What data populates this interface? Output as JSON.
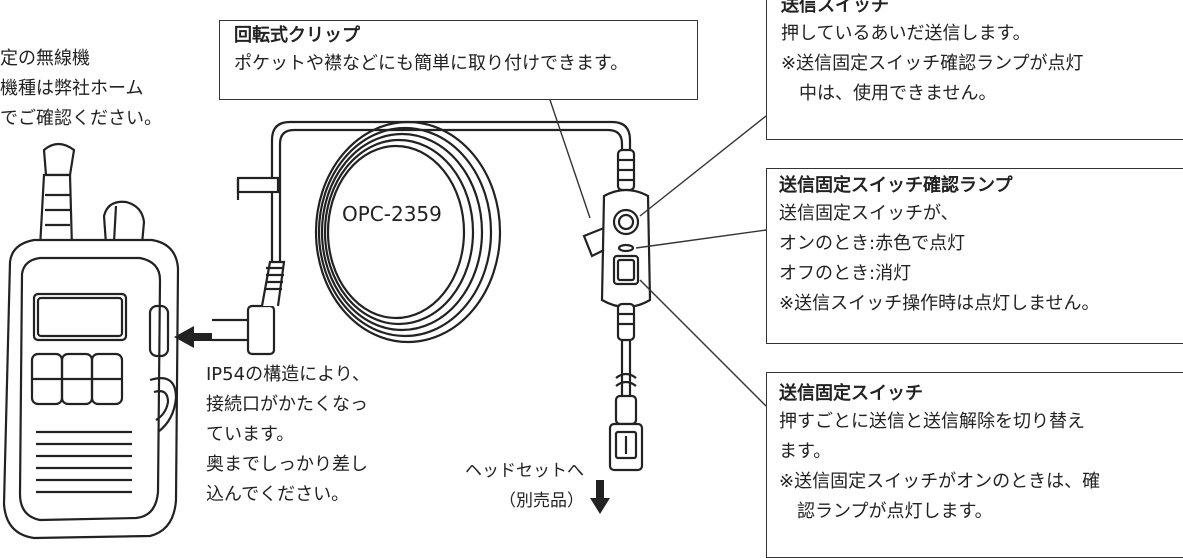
{
  "top_left_note": {
    "lines": [
      "定の無線機",
      "機種は弊社ホーム",
      "でご確認ください。"
    ]
  },
  "clip_box": {
    "title": "回転式クリップ",
    "lines": [
      "ポケットや襟などにも簡単に取り付けできます。"
    ]
  },
  "tx_switch_box": {
    "title": "送信スイッチ",
    "lines": [
      "押しているあいだ送信します。",
      "※送信固定スイッチ確認ランプが点灯",
      "　中は、使用できません。"
    ]
  },
  "lamp_box": {
    "title": "送信固定スイッチ確認ランプ",
    "lines": [
      "送信固定スイッチが、",
      "オンのとき:赤色で点灯",
      "オフのとき:消灯",
      "※送信スイッチ操作時は点灯しません。"
    ]
  },
  "lock_switch_box": {
    "title": "送信固定スイッチ",
    "lines": [
      "押すごとに送信と送信解除を切り替え",
      "ます。",
      "※送信固定スイッチがオンのときは、確",
      "　認ランプが点灯します。"
    ]
  },
  "cable_label": "OPC-2359",
  "ip54_note": {
    "lines": [
      "IP54の構造により、",
      "接続口がかたくなっ",
      "ています。",
      "奥までしっかり差し",
      "込んでください。"
    ]
  },
  "headset_note": {
    "lines": [
      "ヘッドセットへ",
      "（別売品）"
    ]
  }
}
